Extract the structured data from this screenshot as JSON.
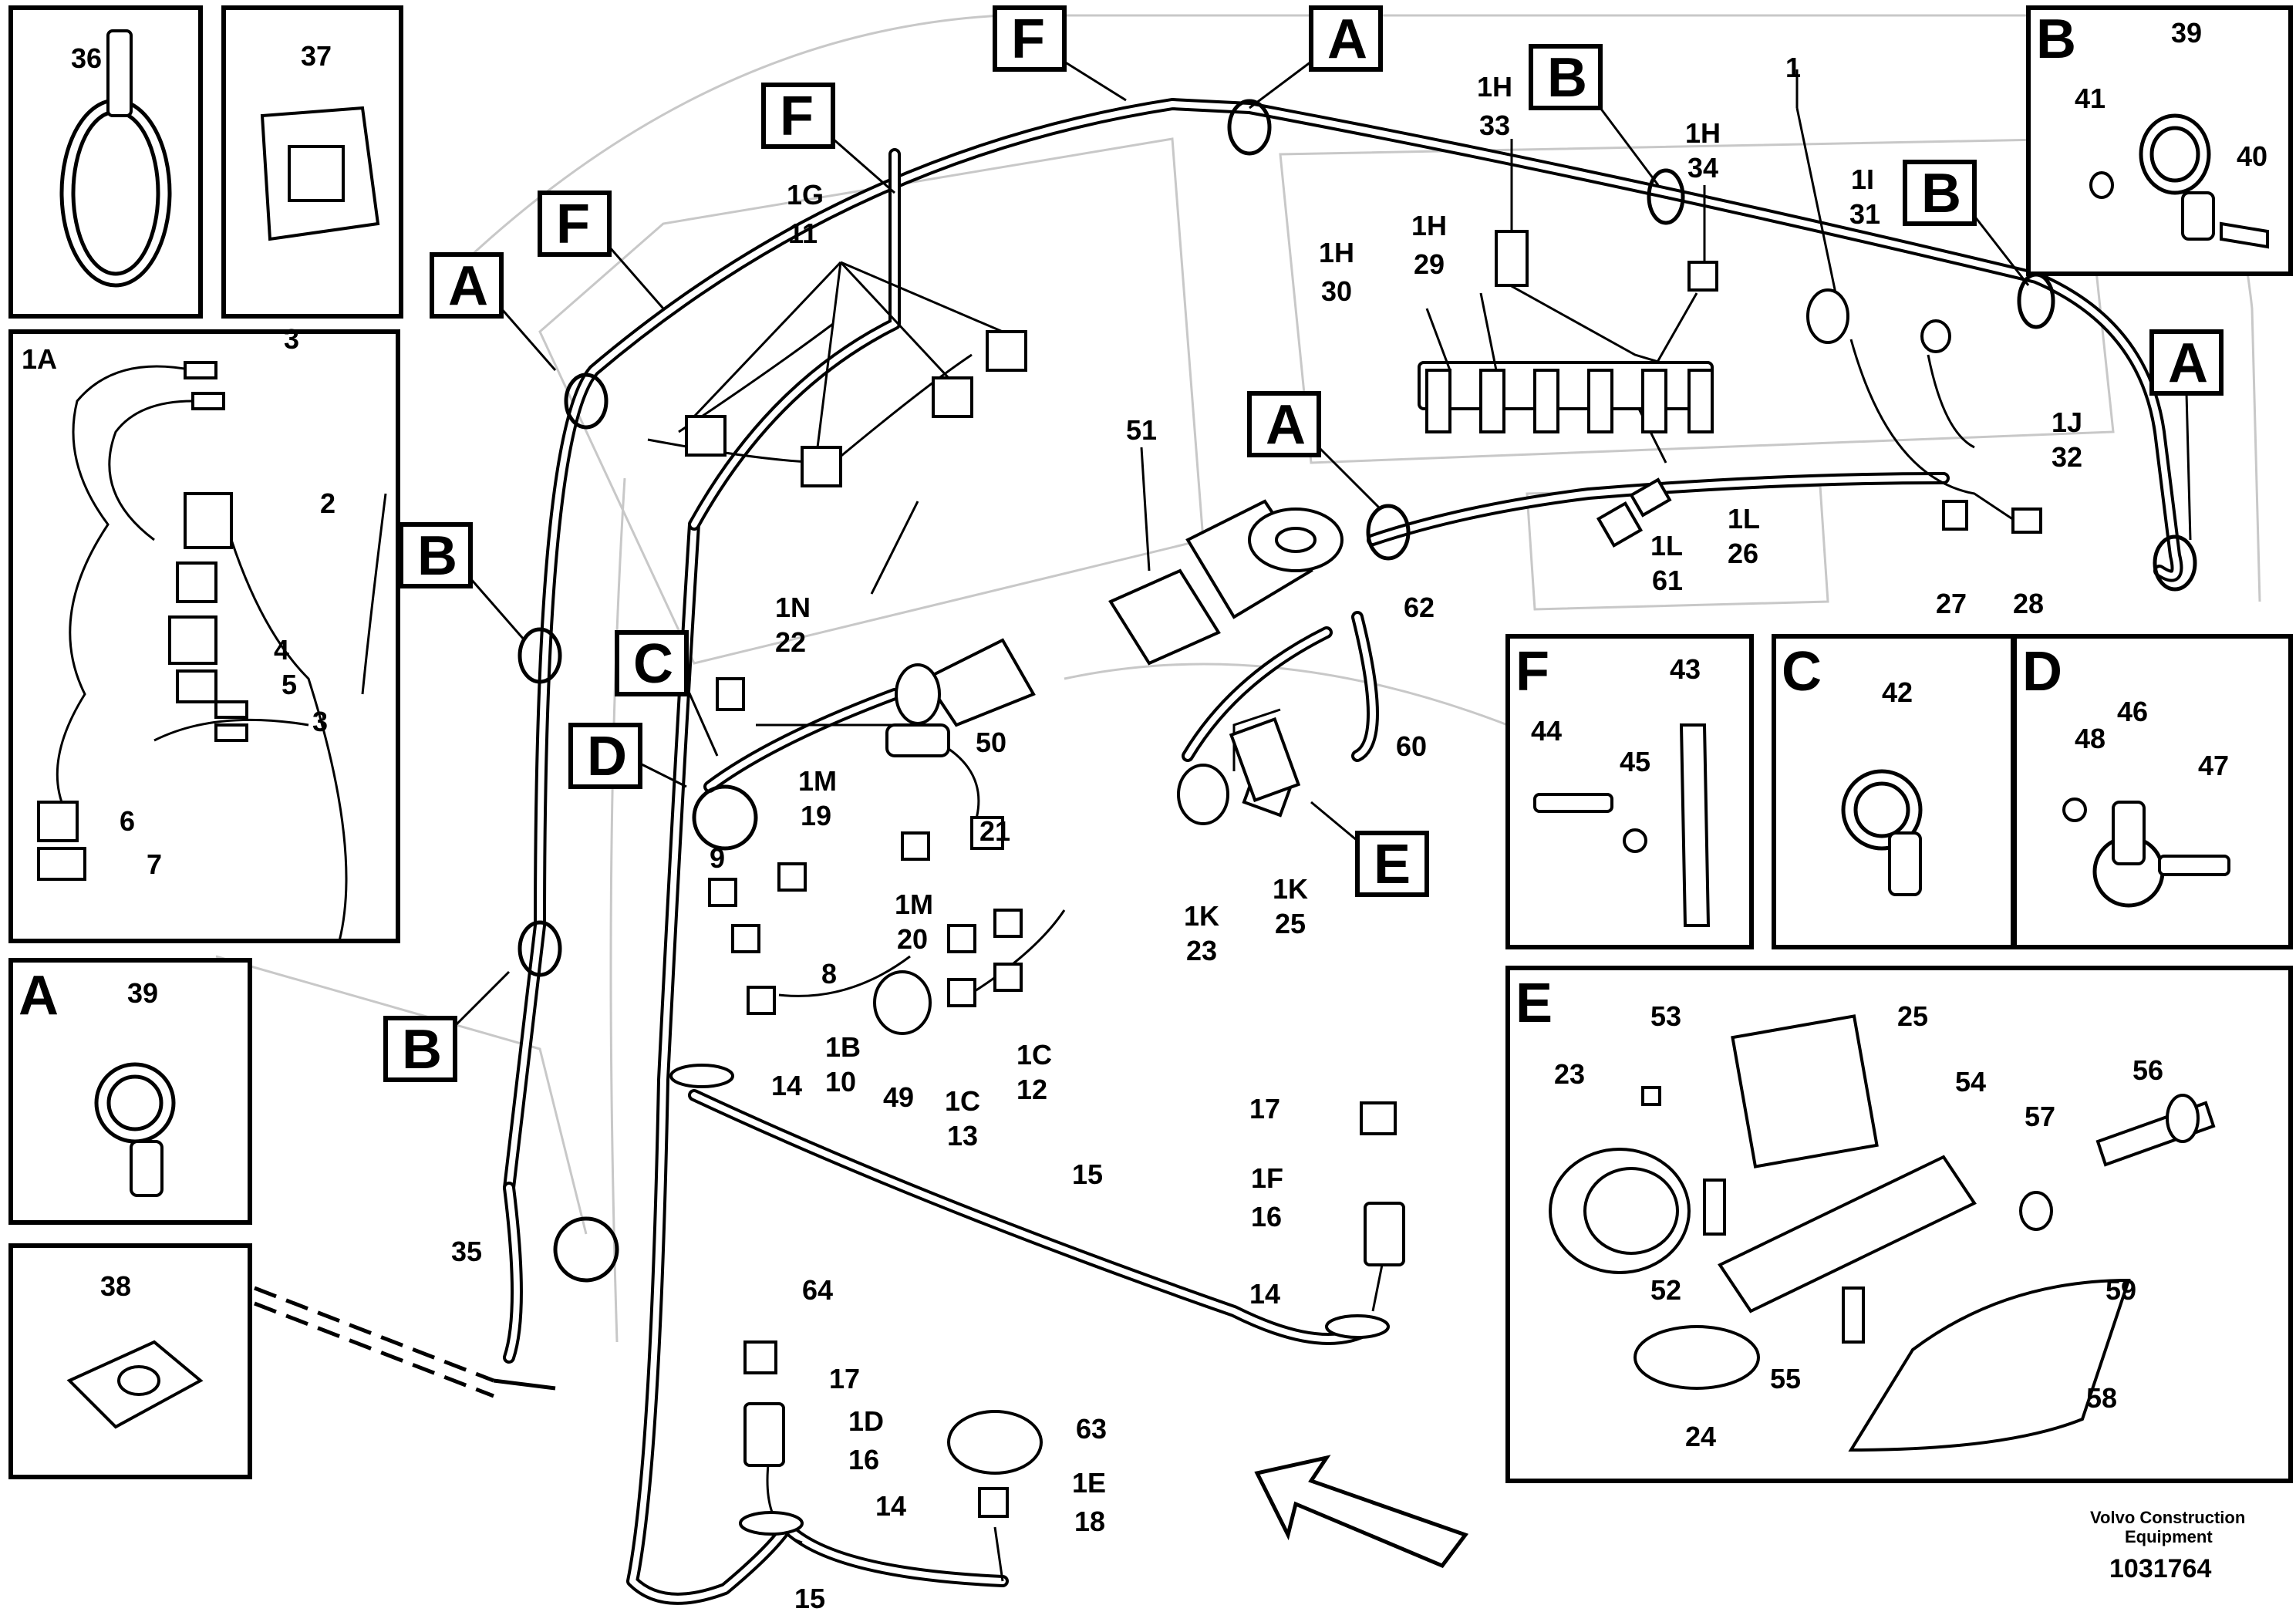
{
  "labels": {
    "l1": "1",
    "l1A": "1A",
    "l1G": "1G",
    "l11": "11",
    "l1H_a": "1H",
    "l33": "33",
    "l1H_b": "1H",
    "l34": "34",
    "l1H_c": "1H",
    "l30": "30",
    "l1H_d": "1H",
    "l29": "29",
    "l1I": "1I",
    "l31": "31",
    "l1J": "1J",
    "l32": "32",
    "l1L_a": "1L",
    "l26": "26",
    "l1L_b": "1L",
    "l61": "61",
    "l27": "27",
    "l28": "28",
    "l51": "51",
    "l62": "62",
    "l60": "60",
    "l1N": "1N",
    "l22": "22",
    "l50": "50",
    "l1M_a": "1M",
    "l19": "19",
    "l21": "21",
    "l1M_b": "1M",
    "l20": "20",
    "l9": "9",
    "l8": "8",
    "l1B": "1B",
    "l10": "10",
    "l14_a": "14",
    "l49": "49",
    "l1C_a": "1C",
    "l13": "13",
    "l1C_b": "1C",
    "l12": "12",
    "l1K_a": "1K",
    "l23": "23",
    "l1K_b": "1K",
    "l25": "25",
    "l17_a": "17",
    "l1F": "1F",
    "l16_a": "16",
    "l14_b": "14",
    "l15_a": "15",
    "l64": "64",
    "l17_b": "17",
    "l1D": "1D",
    "l16_b": "16",
    "l63": "63",
    "l14_c": "14",
    "l1E": "1E",
    "l18": "18",
    "l15_b": "15",
    "l35": "35",
    "l3_a": "3",
    "l2": "2",
    "l4": "4",
    "l5": "5",
    "l3_b": "3",
    "l6": "6",
    "l7": "7",
    "l36": "36",
    "l37": "37",
    "l39_b": "39",
    "l41": "41",
    "l40": "40",
    "l39_a": "39",
    "l38": "38",
    "l43": "43",
    "l44": "44",
    "l45": "45",
    "l42": "42",
    "l48": "48",
    "l46": "46",
    "l47": "47",
    "e53": "53",
    "e25": "25",
    "e23": "23",
    "e54": "54",
    "e57": "57",
    "e56": "56",
    "e52": "52",
    "e59": "59",
    "e55": "55",
    "e24": "24",
    "e58": "58"
  },
  "sections": {
    "F1": "F",
    "F2": "F",
    "F3": "F",
    "A1": "A",
    "A2": "A",
    "A3": "A",
    "A4": "A",
    "B1": "B",
    "B2": "B",
    "B3": "B",
    "B4": "B",
    "C1": "C",
    "D1": "D",
    "E1": "E",
    "boxA": "A",
    "boxB": "B",
    "boxF": "F",
    "boxC": "C",
    "boxD": "D",
    "boxE": "E"
  },
  "footer": {
    "brand_line1": "Volvo Construction",
    "brand_line2": "Equipment",
    "doc_number": "1031764"
  }
}
